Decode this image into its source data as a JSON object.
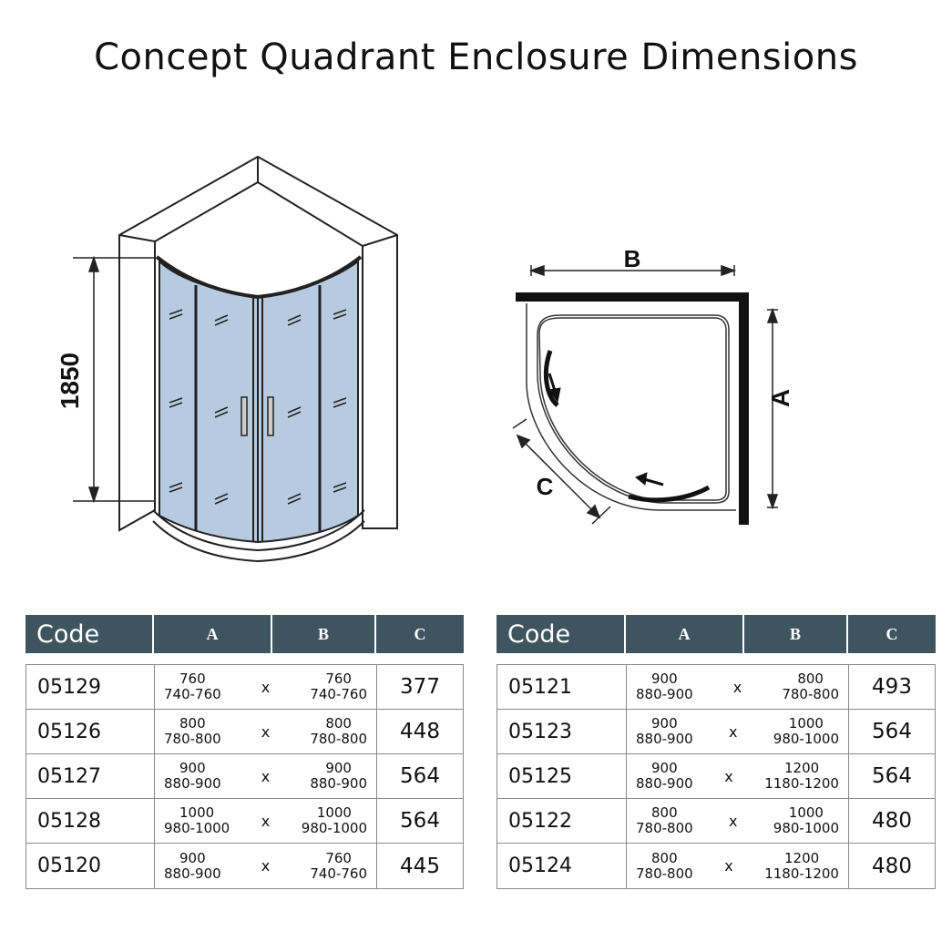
{
  "title": "Concept Quadrant Enclosure Dimensions",
  "diagram": {
    "height_label": "1850",
    "label_a": "A",
    "label_b": "B",
    "label_c": "C"
  },
  "tables": [
    {
      "headers": [
        "Code",
        "A",
        "B",
        "C"
      ],
      "rows": [
        {
          "code": "05129",
          "a_nominal": "760",
          "a_range": "740-760",
          "x": "x",
          "b_nominal": "760",
          "b_range": "740-760",
          "c": "377"
        },
        {
          "code": "05126",
          "a_nominal": "800",
          "a_range": "780-800",
          "x": "x",
          "b_nominal": "800",
          "b_range": "780-800",
          "c": "448"
        },
        {
          "code": "05127",
          "a_nominal": "900",
          "a_range": "880-900",
          "x": "x",
          "b_nominal": "900",
          "b_range": "880-900",
          "c": "564"
        },
        {
          "code": "05128",
          "a_nominal": "1000",
          "a_range": "980-1000",
          "x": "x",
          "b_nominal": "1000",
          "b_range": "980-1000",
          "c": "564"
        },
        {
          "code": "05120",
          "a_nominal": "900",
          "a_range": "880-900",
          "x": "x",
          "b_nominal": "760",
          "b_range": "740-760",
          "c": "445"
        }
      ]
    },
    {
      "headers": [
        "Code",
        "A",
        "B",
        "C"
      ],
      "rows": [
        {
          "code": "05121",
          "a_nominal": "900",
          "a_range": "880-900",
          "x": "x",
          "b_nominal": "800",
          "b_range": "780-800",
          "c": "493"
        },
        {
          "code": "05123",
          "a_nominal": "900",
          "a_range": "880-900",
          "x": "x",
          "b_nominal": "1000",
          "b_range": "980-1000",
          "c": "564"
        },
        {
          "code": "05125",
          "a_nominal": "900",
          "a_range": "880-900",
          "x": "x",
          "b_nominal": "1200",
          "b_range": "1180-1200",
          "c": "564"
        },
        {
          "code": "05122",
          "a_nominal": "800",
          "a_range": "780-800",
          "x": "x",
          "b_nominal": "1000",
          "b_range": "980-1000",
          "c": "480"
        },
        {
          "code": "05124",
          "a_nominal": "800",
          "a_range": "780-800",
          "x": "x",
          "b_nominal": "1200",
          "b_range": "1180-1200",
          "c": "480"
        }
      ]
    }
  ]
}
